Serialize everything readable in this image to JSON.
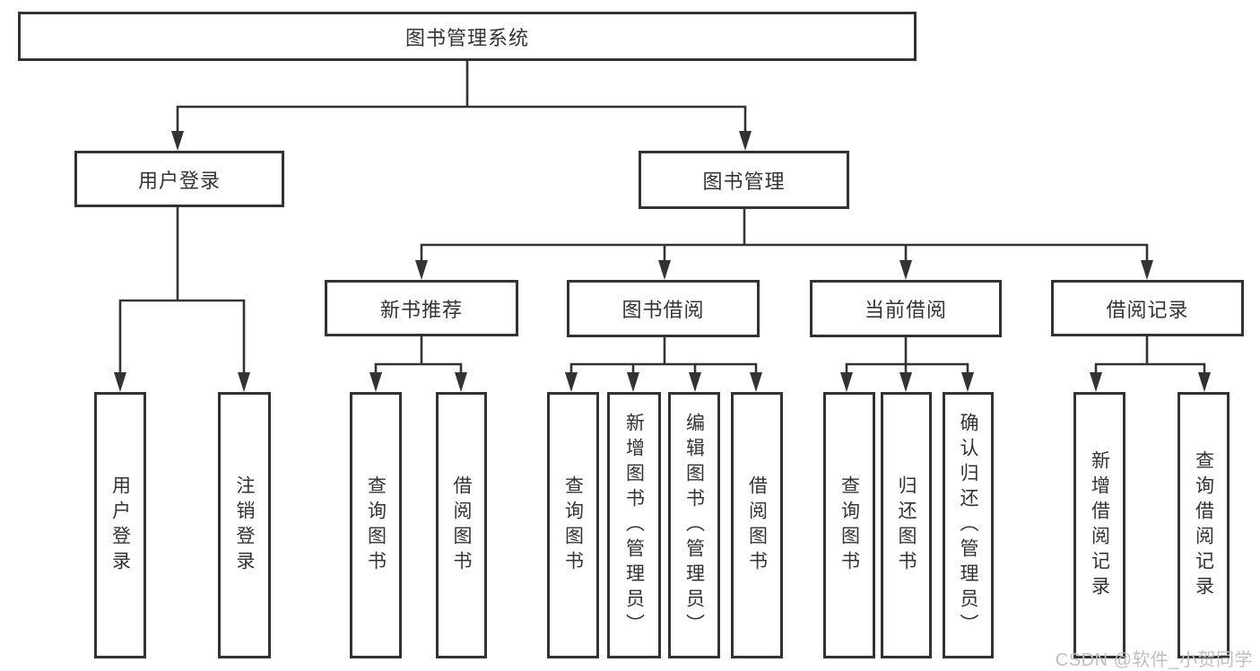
{
  "diagram": {
    "root_label": "图书管理系统",
    "level2": [
      "用户登录",
      "图书管理"
    ],
    "level3": [
      "新书推荐",
      "图书借阅",
      "当前借阅",
      "借阅记录"
    ],
    "leaves": {
      "user_login": [
        "用户登录",
        "注销登录"
      ],
      "new_book_recommend": [
        "查询图书",
        "借阅图书"
      ],
      "book_borrow": [
        "查询图书",
        "新增图书（管理员）",
        "编辑图书（管理员）",
        "借阅图书"
      ],
      "current_borrow": [
        "查询图书",
        "归还图书",
        "确认归还（管理员）"
      ],
      "borrow_record": [
        "新增借阅记录",
        "查询借阅记录"
      ]
    },
    "watermark": "CSDN @软件_小贺同学",
    "colors": {
      "line": "#333333",
      "text": "#333333",
      "watermark": "#c0c0c0",
      "background": "#ffffff"
    }
  }
}
